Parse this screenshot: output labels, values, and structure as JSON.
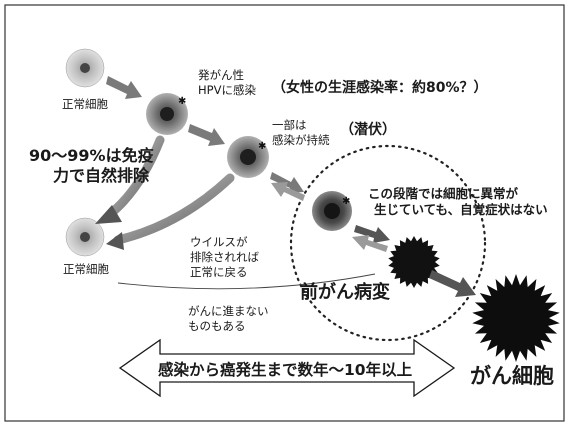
{
  "labels": {
    "normal_cell_top": "正常細胞",
    "normal_cell_bottom": "正常細胞",
    "infection": [
      "発がん性",
      "HPVに感染"
    ],
    "lifetime_rate": "（女性の生涯感染率：約80%？）",
    "persistent": [
      "一部は",
      "感染が持続"
    ],
    "latent": "（潜伏）",
    "immune": [
      "90〜99%は免疫",
      "力で自然排除"
    ],
    "abnormal": [
      "この段階では細胞に異常が",
      "生じていても、自覚症状はない"
    ],
    "virus_removed": [
      "ウイルスが",
      "排除されれば",
      "正常に戻る"
    ],
    "precancer": "前がん病変",
    "no_progress": [
      "がんに進まない",
      "ものもある"
    ],
    "duration": "感染から癌発生まで数年〜10年以上",
    "cancer_cell": "がん細胞"
  },
  "colors": {
    "ink": "#1a1a1a",
    "arrow_gray": "#7a7a7a",
    "cell_dark": "#2a2a2a"
  }
}
